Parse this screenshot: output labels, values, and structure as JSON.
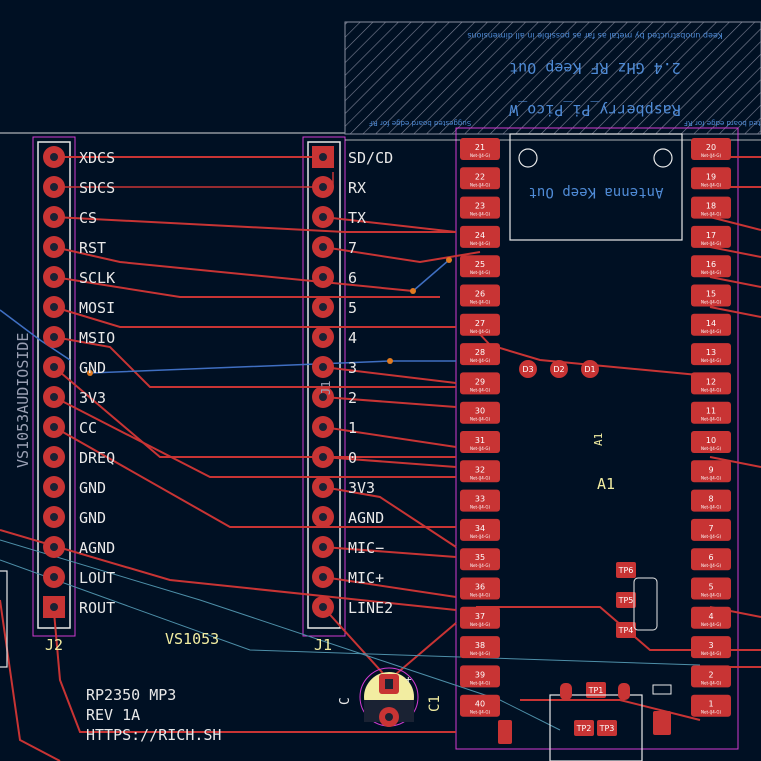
{
  "board": {
    "title": "RP2350 MP3",
    "revision": "REV 1A",
    "url": "HTTPS://RICH.SH",
    "module_label": "VS1053",
    "side_label": "VS1053AUDIOSIDE"
  },
  "colors": {
    "background": "#001023",
    "trace": "#c83434",
    "pad": "#c83434",
    "silkscreen": "#f2eda1",
    "courtyard": "#d23ad2",
    "keepout_hatch": "#8a8fa0"
  },
  "connectors": {
    "j2": {
      "ref": "J2",
      "labels": [
        "XDCS",
        "SDCS",
        "CS",
        "RST",
        "SCLK",
        "MOSI",
        "MSIO",
        "GND",
        "3V3",
        "CC",
        "DREQ",
        "GND",
        "GND",
        "AGND",
        "LOUT",
        "ROUT"
      ]
    },
    "j1": {
      "ref": "J1",
      "labels": [
        "SD/CD",
        "RX",
        "TX",
        "7",
        "6",
        "5",
        "4",
        "3",
        "2",
        "1",
        "0",
        "3V3",
        "AGND",
        "MIC−",
        "MIC+",
        "LINE2"
      ]
    }
  },
  "pico": {
    "ref": "A1",
    "keepout_line1": "2.4 GHz RF Keep Out",
    "keepout_line2": "Raspberry_Pi_Pico_W",
    "keepout_note": "Keep unobstructed by metal as far as possible in all dimensions",
    "antenna_label": "Antenna Keep Out",
    "edge_note": "Suggested board edge for RF",
    "left_pins": [
      "21",
      "22",
      "23",
      "24",
      "25",
      "26",
      "27",
      "28",
      "29",
      "30",
      "31",
      "32",
      "33",
      "34",
      "35",
      "36",
      "37",
      "38",
      "39",
      "40"
    ],
    "right_pins": [
      "20",
      "19",
      "18",
      "17",
      "16",
      "15",
      "14",
      "13",
      "12",
      "11",
      "10",
      "9",
      "8",
      "7",
      "6",
      "5",
      "4",
      "3",
      "2",
      "1"
    ],
    "net_label": "Net-(J4-G)",
    "small_pads": [
      "D3",
      "D2",
      "D1"
    ],
    "test_points": [
      "TP6",
      "TP5",
      "TP4",
      "TP1",
      "TP2",
      "TP3"
    ]
  },
  "capacitor": {
    "ref": "C1",
    "side_label": "C",
    "polarity": "+"
  }
}
